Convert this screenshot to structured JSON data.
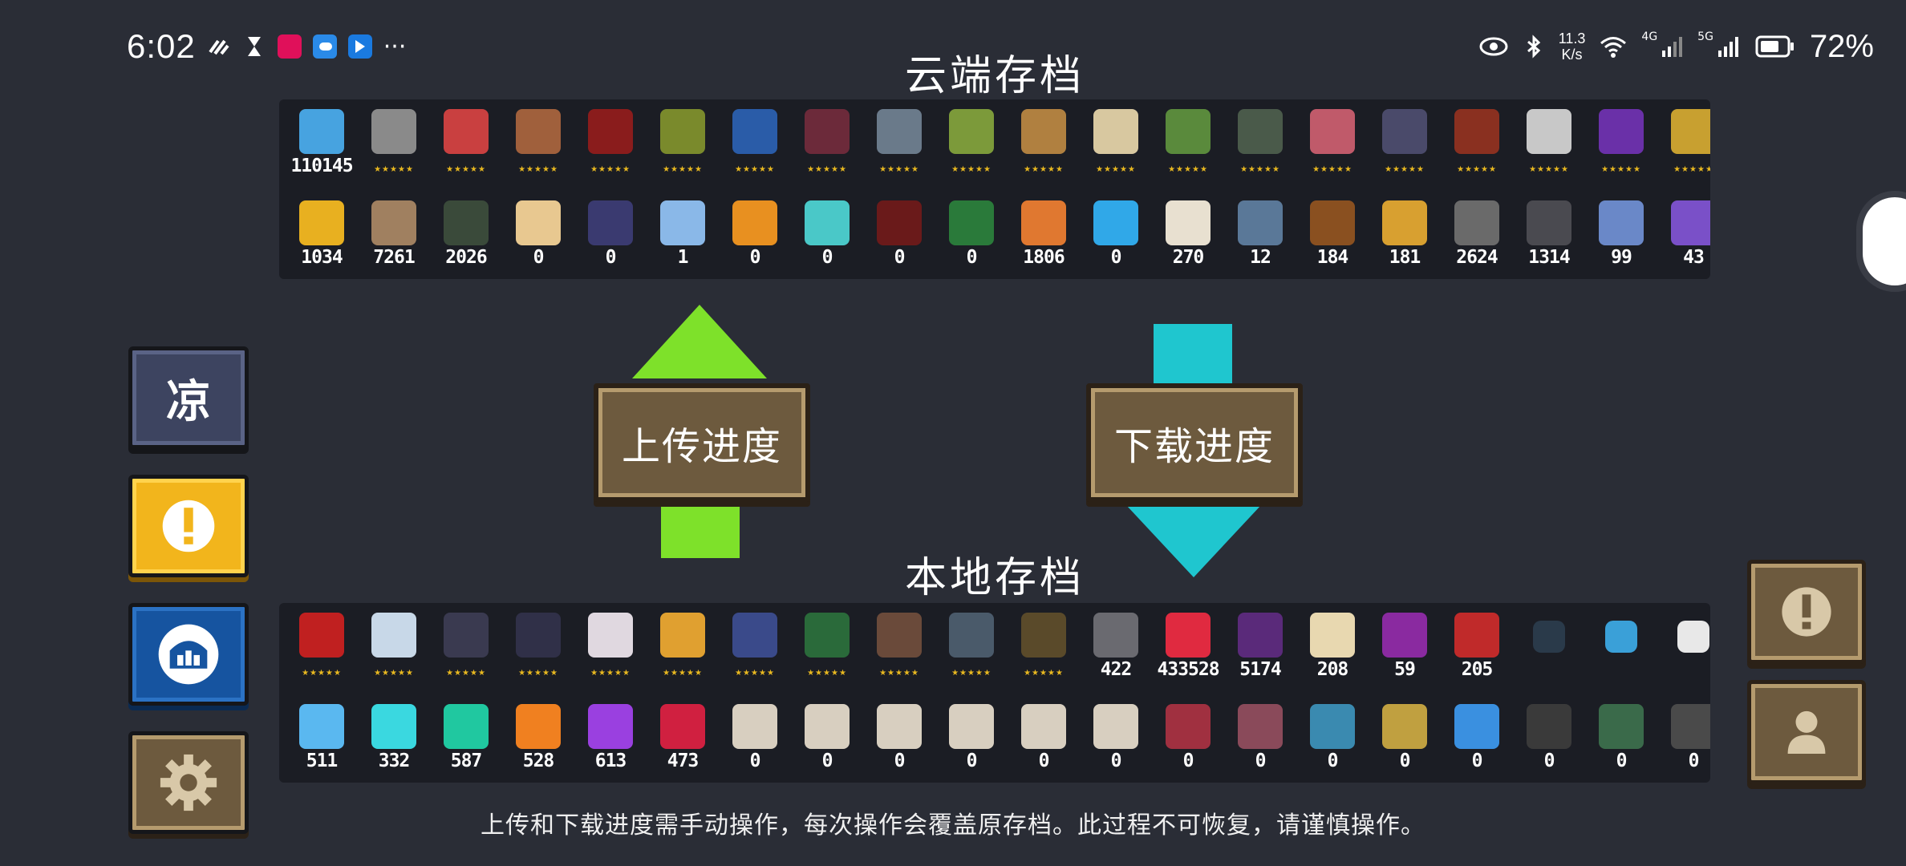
{
  "status_bar": {
    "time": "6:02",
    "icons_left": [
      "signal-swirl-icon",
      "hourglass-icon",
      "app-pink-icon",
      "weather-icon",
      "app-blue-icon",
      "more-icon"
    ],
    "more": "···",
    "net_speed_value": "11.3",
    "net_speed_unit": "K/s",
    "signal_4g": "4G",
    "signal_5g": "5G",
    "battery": "72%"
  },
  "cloud": {
    "title": "云端存档",
    "top_row": [
      {
        "name": "gem-coins",
        "value": "110145",
        "color": "#47a3e0"
      },
      {
        "name": "knight",
        "stars": "★★★★★",
        "color": "#8a8a8a"
      },
      {
        "name": "rogue",
        "stars": "★★★★★",
        "color": "#c94040"
      },
      {
        "name": "witch",
        "stars": "★★★★★",
        "color": "#a0603c"
      },
      {
        "name": "assassin",
        "stars": "★★★★★",
        "color": "#8a1c1c"
      },
      {
        "name": "engineer",
        "stars": "★★★★★",
        "color": "#7a8a2c"
      },
      {
        "name": "robot",
        "stars": "★★★★★",
        "color": "#2a5ca8"
      },
      {
        "name": "vampire",
        "stars": "★★★★★",
        "color": "#6c2a3a"
      },
      {
        "name": "paladin",
        "stars": "★★★★★",
        "color": "#6a7a8a"
      },
      {
        "name": "elf",
        "stars": "★★★★★",
        "color": "#7c9a3a"
      },
      {
        "name": "werewolf",
        "stars": "★★★★★",
        "color": "#b08040"
      },
      {
        "name": "priestess",
        "stars": "★★★★★",
        "color": "#d8c8a0"
      },
      {
        "name": "druid",
        "stars": "★★★★★",
        "color": "#5a8a3c"
      },
      {
        "name": "necromancer",
        "stars": "★★★★★",
        "color": "#4a5a4a"
      },
      {
        "name": "berserker",
        "stars": "★★★★★",
        "color": "#c05a6a"
      },
      {
        "name": "demon",
        "stars": "★★★★★",
        "color": "#4a4a6a"
      },
      {
        "name": "officer",
        "stars": "★★★★★",
        "color": "#8a3020"
      },
      {
        "name": "taoist",
        "stars": "★★★★★",
        "color": "#c8c8c8"
      },
      {
        "name": "alchemist",
        "stars": "★★★★★",
        "color": "#6a30a8"
      },
      {
        "name": "golden-hero",
        "stars": "★★★★★",
        "color": "#c8a030"
      }
    ],
    "bottom_row": [
      {
        "name": "gold-coin",
        "value": "1034",
        "color": "#e8b020"
      },
      {
        "name": "wood",
        "value": "7261",
        "color": "#a08060"
      },
      {
        "name": "battery-part",
        "value": "2026",
        "color": "#3a4a3a"
      },
      {
        "name": "holy-book",
        "value": "0",
        "color": "#e8c890"
      },
      {
        "name": "dark-book",
        "value": "0",
        "color": "#3a3a70"
      },
      {
        "name": "crystal",
        "value": "1",
        "color": "#8ab8e8"
      },
      {
        "name": "orange-gem",
        "value": "0",
        "color": "#e89020"
      },
      {
        "name": "armor-piece",
        "value": "0",
        "color": "#4ac8c8"
      },
      {
        "name": "mask",
        "value": "0",
        "color": "#6a1a1a"
      },
      {
        "name": "green-scroll",
        "value": "0",
        "color": "#2a7a3a"
      },
      {
        "name": "meat",
        "value": "1806",
        "color": "#e07830"
      },
      {
        "name": "blue-orb",
        "value": "0",
        "color": "#30a8e8"
      },
      {
        "name": "flour-bag",
        "value": "270",
        "color": "#e8e0d0"
      },
      {
        "name": "feather-coin",
        "value": "12",
        "color": "#5a7898"
      },
      {
        "name": "hammer",
        "value": "184",
        "color": "#8a5020"
      },
      {
        "name": "fish",
        "value": "181",
        "color": "#d8a030"
      },
      {
        "name": "gear-part",
        "value": "2624",
        "color": "#6a6a6a"
      },
      {
        "name": "ore",
        "value": "1314",
        "color": "#4a4a50"
      },
      {
        "name": "blue-cloth",
        "value": "99",
        "color": "#6a88c8"
      },
      {
        "name": "purple-shard",
        "value": "43",
        "color": "#7a50c8"
      }
    ]
  },
  "local": {
    "title": "本地存档",
    "top_row": [
      {
        "name": "fire-mage",
        "stars": "★★★★★",
        "color": "#c02020"
      },
      {
        "name": "white-robot",
        "stars": "★★★★★",
        "color": "#c8d8e8"
      },
      {
        "name": "dark-knight",
        "stars": "★★★★★",
        "color": "#3a3a50"
      },
      {
        "name": "swordsman",
        "stars": "★★★★★",
        "color": "#303048"
      },
      {
        "name": "white-priest",
        "stars": "★★★★★",
        "color": "#e0d8e0"
      },
      {
        "name": "miner",
        "stars": "★★★★★",
        "color": "#e0a030"
      },
      {
        "name": "captain",
        "stars": "★★★★★",
        "color": "#3a4a8a"
      },
      {
        "name": "green-chest",
        "stars": "★★★★★",
        "color": "#2a6a3a"
      },
      {
        "name": "wood-box",
        "stars": "★★★★★",
        "color": "#6a4a3a"
      },
      {
        "name": "stone-pot",
        "stars": "★★★★★",
        "color": "#4a5a6a"
      },
      {
        "name": "sprout-pot",
        "stars": "★★★★★",
        "color": "#5a4a2a"
      },
      {
        "name": "gun-part",
        "value": "422",
        "color": "#6a6a70"
      },
      {
        "name": "red-slime",
        "value": "433528",
        "color": "#e02a40"
      },
      {
        "name": "purple-dragon",
        "value": "5174",
        "color": "#5a2a7a"
      },
      {
        "name": "card",
        "value": "208",
        "color": "#e8d8b0"
      },
      {
        "name": "purple-demon",
        "value": "59",
        "color": "#8a2aa0"
      },
      {
        "name": "red-demon",
        "value": "205",
        "color": "#c02a2a"
      },
      {
        "name": "black-cat",
        "color": "#2a3a4a"
      },
      {
        "name": "blue-slime",
        "color": "#3aa0d8"
      },
      {
        "name": "panda",
        "color": "#e8e8e8"
      }
    ],
    "bottom_row": [
      {
        "name": "blue-crystal",
        "value": "511",
        "color": "#5ab8f0"
      },
      {
        "name": "cyan-crystal",
        "value": "332",
        "color": "#3ad8e0"
      },
      {
        "name": "teal-crystal",
        "value": "587",
        "color": "#20c8a0"
      },
      {
        "name": "orange-crystal",
        "value": "528",
        "color": "#f08020"
      },
      {
        "name": "purple-crystal",
        "value": "613",
        "color": "#9a40e0"
      },
      {
        "name": "red-crystal",
        "value": "473",
        "color": "#d02040"
      },
      {
        "name": "scroll-1",
        "value": "0",
        "color": "#d8cfc0"
      },
      {
        "name": "scroll-2",
        "value": "0",
        "color": "#d8cfc0"
      },
      {
        "name": "scroll-3",
        "value": "0",
        "color": "#d8cfc0"
      },
      {
        "name": "scroll-4",
        "value": "0",
        "color": "#d8cfc0"
      },
      {
        "name": "scroll-5",
        "value": "0",
        "color": "#d8cfc0"
      },
      {
        "name": "scroll-6",
        "value": "0",
        "color": "#d8cfc0"
      },
      {
        "name": "red-device",
        "value": "0",
        "color": "#a03040"
      },
      {
        "name": "furnace",
        "value": "0",
        "color": "#8a4a5a"
      },
      {
        "name": "monitor",
        "value": "0",
        "color": "#3a8ab0"
      },
      {
        "name": "map-tile",
        "value": "0",
        "color": "#c0a040"
      },
      {
        "name": "blue-feather",
        "value": "0",
        "color": "#3a90e0"
      },
      {
        "name": "dark-device",
        "value": "0",
        "color": "#3a3a3a"
      },
      {
        "name": "green-turret",
        "value": "0",
        "color": "#3a6a4a"
      },
      {
        "name": "gray-can",
        "value": "0",
        "color": "#4a4a4a"
      }
    ]
  },
  "actions": {
    "upload_label": "上传进度",
    "download_label": "下载进度"
  },
  "left_buttons": {
    "language_label": "凉",
    "notice_label": "!",
    "community_label": "community",
    "settings_label": "settings"
  },
  "footer": {
    "note": "上传和下载进度需手动操作，每次操作会覆盖原存档。此过程不可恢复，请谨慎操作。"
  },
  "colors": {
    "upload_arrow": "#7ee12a",
    "download_arrow": "#1fc6cf",
    "wood": "#6d5a3e",
    "panel": "#1b1d24",
    "background": "#2a2d36"
  }
}
